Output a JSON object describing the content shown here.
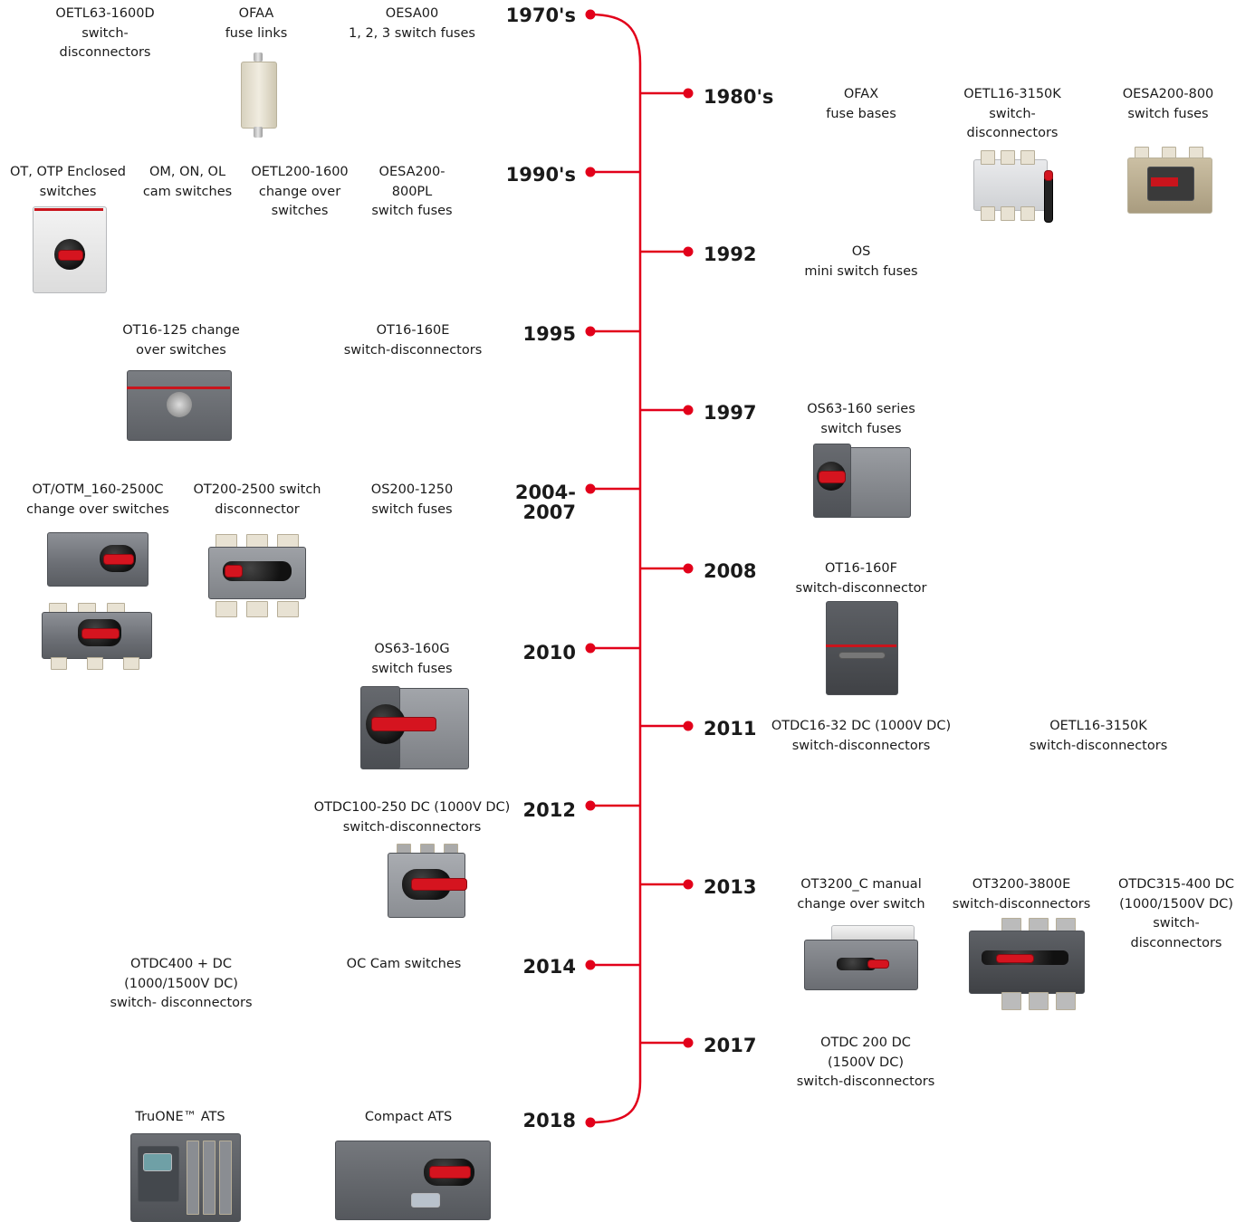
{
  "accent_color": "#e2001a",
  "years": [
    {
      "id": "y1970",
      "label": "1970's"
    },
    {
      "id": "y1980",
      "label": "1980's"
    },
    {
      "id": "y1990",
      "label": "1990's"
    },
    {
      "id": "y1992",
      "label": "1992"
    },
    {
      "id": "y1995",
      "label": "1995"
    },
    {
      "id": "y1997",
      "label": "1997"
    },
    {
      "id": "y2004",
      "label": "2004-\n2007"
    },
    {
      "id": "y2008",
      "label": "2008"
    },
    {
      "id": "y2010",
      "label": "2010"
    },
    {
      "id": "y2011",
      "label": "2011"
    },
    {
      "id": "y2012",
      "label": "2012"
    },
    {
      "id": "y2013",
      "label": "2013"
    },
    {
      "id": "y2014",
      "label": "2014"
    },
    {
      "id": "y2017",
      "label": "2017"
    },
    {
      "id": "y2018",
      "label": "2018"
    }
  ],
  "products": {
    "oetl63": [
      "OETL63-1600D",
      "switch-",
      "disconnectors"
    ],
    "ofaa": [
      "OFAA",
      "fuse links"
    ],
    "oesa00": [
      "OESA00",
      "1, 2, 3 switch fuses"
    ],
    "ofax": [
      "OFAX",
      "fuse bases"
    ],
    "oetl16_1980": [
      "OETL16-3150K",
      "switch-",
      "disconnectors"
    ],
    "oesa200": [
      "OESA200-800",
      "switch fuses"
    ],
    "ot_otp": [
      "OT, OTP Enclosed",
      "switches"
    ],
    "om_on_ol": [
      "OM, ON, OL",
      "cam switches"
    ],
    "oetl200": [
      "OETL200-1600",
      "change over",
      "switches"
    ],
    "oesa200pl": [
      "OESA200-",
      "800PL",
      "switch fuses"
    ],
    "os_mini": [
      "OS",
      "mini switch fuses"
    ],
    "ot16_125": [
      "OT16-125 change",
      "over switches"
    ],
    "ot16_160e": [
      "OT16-160E",
      "switch-disconnectors"
    ],
    "os63_160": [
      "OS63-160 series",
      "switch fuses"
    ],
    "ot_otm": [
      "OT/OTM_160-2500C",
      "change over switches"
    ],
    "ot200_2500": [
      "OT200-2500 switch",
      "disconnector"
    ],
    "os200_1250": [
      "OS200-1250",
      "switch fuses"
    ],
    "ot16_160f": [
      "OT16-160F",
      "switch-disconnector"
    ],
    "os63_160g": [
      "OS63-160G",
      "switch fuses"
    ],
    "otdc16_32": [
      "OTDC16-32 DC (1000V DC)",
      "switch-disconnectors"
    ],
    "oetl16_2011": [
      "OETL16-3150K",
      "switch-disconnectors"
    ],
    "otdc100_250": [
      "OTDC100-250 DC (1000V DC)",
      "switch-disconnectors"
    ],
    "ot3200_c": [
      "OT3200_C manual",
      "change over switch"
    ],
    "ot3200_3800e": [
      "OT3200-3800E",
      "switch-disconnectors"
    ],
    "otdc315_400": [
      "OTDC315-400 DC",
      "(1000/1500V DC)",
      "switch-",
      "disconnectors"
    ],
    "otdc400": [
      "OTDC400 + DC",
      "(1000/1500V DC)",
      "switch- disconnectors"
    ],
    "oc_cam": [
      "OC Cam switches"
    ],
    "otdc200": [
      "OTDC 200 DC",
      "(1500V DC)",
      "switch-disconnectors"
    ],
    "truone": [
      "TruONE™ ATS"
    ],
    "compact_ats": [
      "Compact ATS"
    ]
  }
}
